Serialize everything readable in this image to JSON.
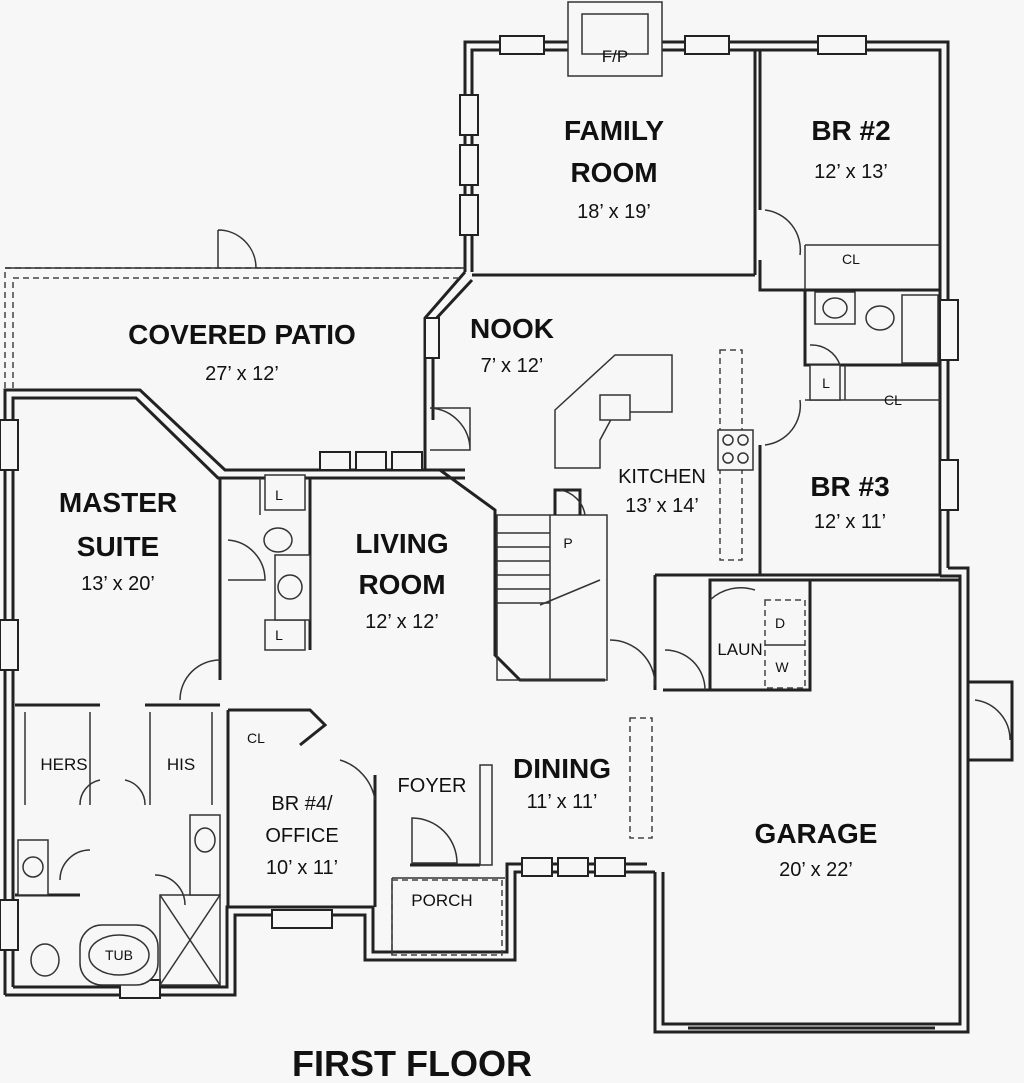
{
  "title": "FIRST FLOOR",
  "rooms": {
    "family_room": {
      "name_line1": "FAMILY",
      "name_line2": "ROOM",
      "dim": "18’ x 19’"
    },
    "br2": {
      "name": "BR #2",
      "dim": "12’ x 13’"
    },
    "covered_patio": {
      "name": "COVERED PATIO",
      "dim": "27’ x 12’"
    },
    "nook": {
      "name": "NOOK",
      "dim": "7’ x 12’"
    },
    "kitchen": {
      "name": "KITCHEN",
      "dim": "13’ x 14’"
    },
    "br3": {
      "name": "BR #3",
      "dim": "12’ x 11’"
    },
    "master_suite": {
      "name_line1": "MASTER",
      "name_line2": "SUITE",
      "dim": "13’ x 20’"
    },
    "living_room": {
      "name_line1": "LIVING",
      "name_line2": "ROOM",
      "dim": "12’ x 12’"
    },
    "br4": {
      "name_line1": "BR #4/",
      "name_line2": "OFFICE",
      "dim": "10’ x 11’"
    },
    "dining": {
      "name": "DINING",
      "dim": "11’ x 11’"
    },
    "garage": {
      "name": "GARAGE",
      "dim": "20’ x 22’"
    }
  },
  "labels": {
    "fireplace": "F/P",
    "closet_br2": "CL",
    "closet_br3": "CL",
    "closet_br4": "CL",
    "linen_1": "L",
    "linen_2": "L",
    "linen_3": "L",
    "pantry": "P",
    "laundry": "LAUN",
    "dryer": "D",
    "washer": "W",
    "hers": "HERS",
    "his": "HIS",
    "tub": "TUB",
    "foyer": "FOYER",
    "porch": "PORCH"
  }
}
